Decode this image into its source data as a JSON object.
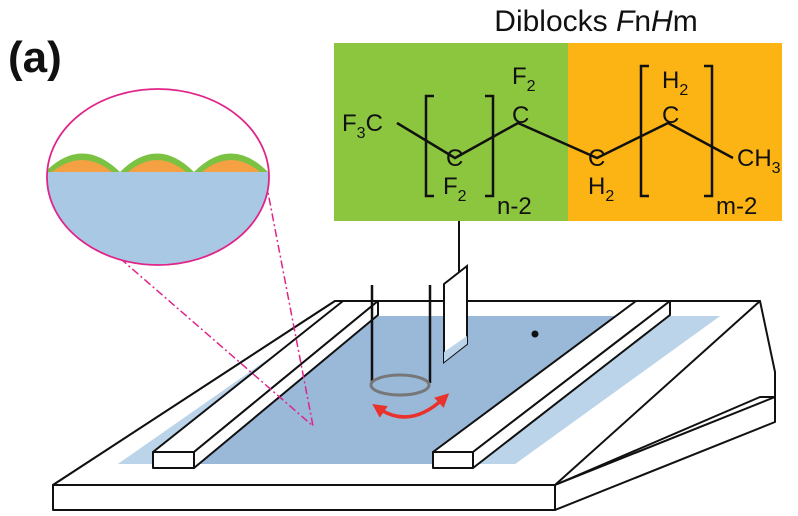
{
  "panel_label": "(a)",
  "title": {
    "prefix": "Diblocks ",
    "F": "F",
    "n": "n",
    "H": "H",
    "m": "m"
  },
  "formula": {
    "cf3_main": "F",
    "cf3_sub": "3",
    "cf3_end": "C",
    "cf2_top_F": "F",
    "cf2_top_sub": "2",
    "cf2_top_C": "C",
    "cf2_rep_C": "C",
    "cf2_rep_F": "F",
    "cf2_rep_sub": "2",
    "rep1_index": "n-2",
    "ch2_bot_C": "C",
    "ch2_bot_H": "H",
    "ch2_bot_sub": "2",
    "ch2_rep_H": "H",
    "ch2_rep_sub": "2",
    "ch2_rep_C": "C",
    "rep2_index": "m-2",
    "ch3_main": "CH",
    "ch3_sub": "3"
  },
  "colors": {
    "fluoro_block": "#8cc63f",
    "hydro_block": "#fbb414",
    "water": "#a9c8e4",
    "trough_water": "#9ab8d8",
    "domain_green": "#7cc242",
    "domain_orange": "#f5a043",
    "zoom_outline": "#e0248a",
    "rotation_arrow": "#e8322b"
  }
}
